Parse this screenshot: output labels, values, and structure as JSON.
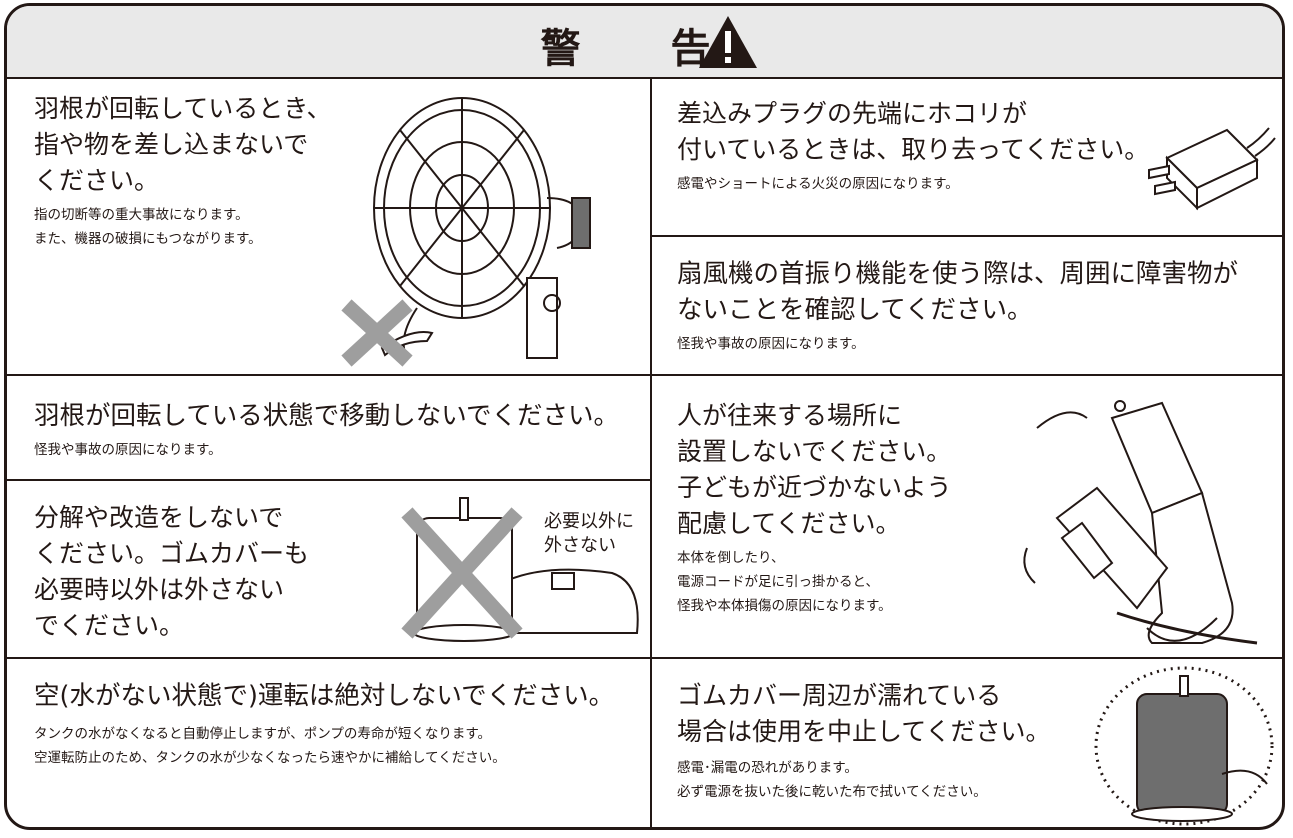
{
  "header": {
    "title": "警 告"
  },
  "items": [
    {
      "heading": "羽根が回転しているとき、\n指や物を差し込まないで\nください。",
      "body": "指の切断等の重大事故になります。\nまた、機器の破損にもつながります。"
    },
    {
      "heading": "差込みプラグの先端にホコリが\n付いているときは、取り去ってください。",
      "body": "感電やショートによる火災の原因になります。"
    },
    {
      "heading": "扇風機の首振り機能を使う際は、周囲に障害物が\nないことを確認してください。",
      "body": "怪我や事故の原因になります。"
    },
    {
      "heading": "羽根が回転している状態で移動しないでください。",
      "body": "怪我や事故の原因になります。"
    },
    {
      "heading": "人が往来する場所に\n設置しないでください。\n子どもが近づかないよう\n配慮してください。",
      "body": "本体を倒したり、\n電源コードが足に引っ掛かると、\n怪我や本体損傷の原因になります。"
    },
    {
      "heading": "分解や改造をしないで\nください。ゴムカバーも\n必要時以外は外さない\nでください。",
      "callout": "必要以外に\n外さない"
    },
    {
      "heading": "空(水がない状態で)運転は絶対しないでください。",
      "body": "タンクの水がなくなると自動停止しますが、ポンプの寿命が短くなります。\n空運転防止のため、タンクの水が少なくなったら速やかに補給してください。"
    },
    {
      "heading": "ゴムカバー周辺が濡れている\n場合は使用を中止してください。",
      "body": "感電･漏電の恐れがあります。\n必ず電源を抜いた後に乾いた布で拭いてください。"
    }
  ],
  "colors": {
    "line": "#231815",
    "header_bg": "#e9e9e9",
    "prohibit_x": "#9e9e9e"
  }
}
